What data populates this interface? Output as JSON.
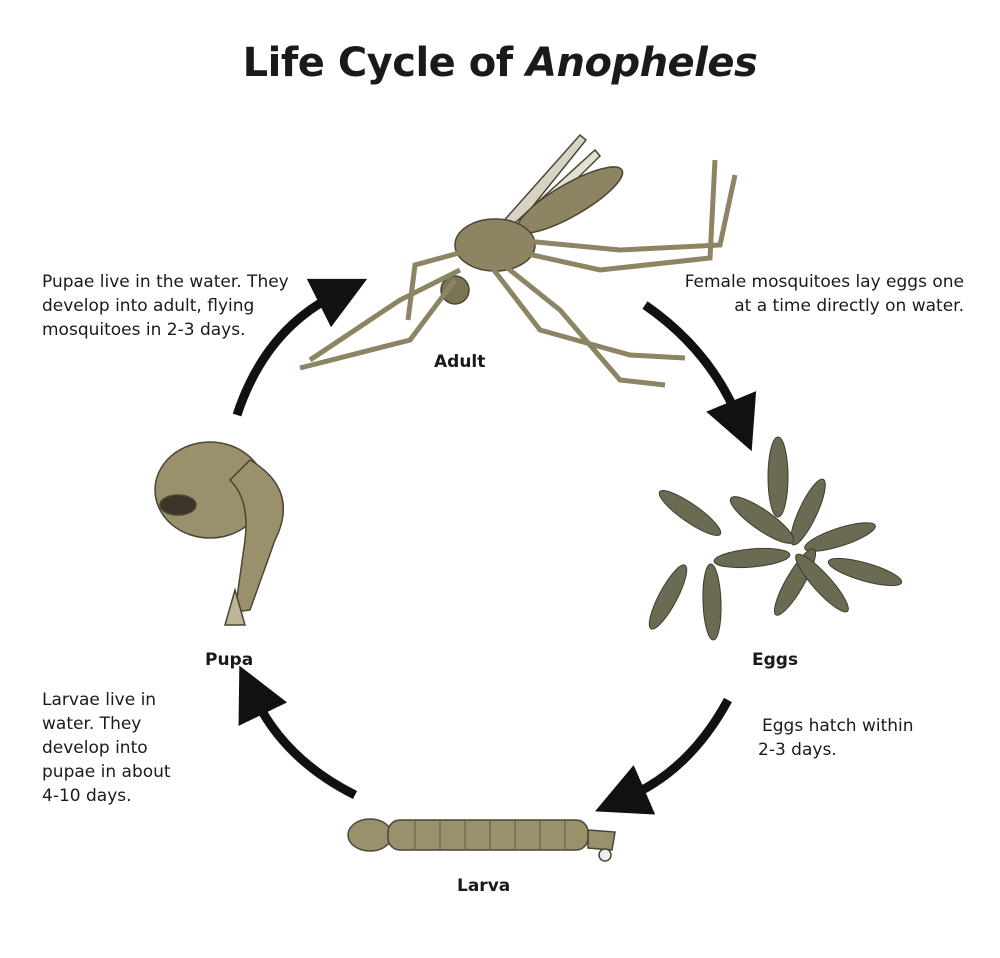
{
  "title": {
    "prefix": "Life Cycle of ",
    "species": "Anopheles"
  },
  "stages": {
    "adult": "Adult",
    "eggs": "Eggs",
    "larva": "Larva",
    "pupa": "Pupa"
  },
  "descriptions": {
    "adult_to_eggs": [
      "Female mosquitoes lay eggs one",
      "at a time directly on water."
    ],
    "eggs_to_larva": [
      "Eggs hatch within",
      "2-3 days."
    ],
    "larva_to_pupa": [
      "Larvae live in",
      "water. They",
      "develop into",
      "pupae in about",
      "4-10 days."
    ],
    "pupa_to_adult": [
      "Pupae live in the water. They",
      "develop into adult, flying",
      "mosquitoes in 2-3 days."
    ]
  },
  "colors": {
    "body": "#8c8462",
    "dark": "#5e5a44",
    "egg": "#6b6a52",
    "arrow": "#111111"
  }
}
